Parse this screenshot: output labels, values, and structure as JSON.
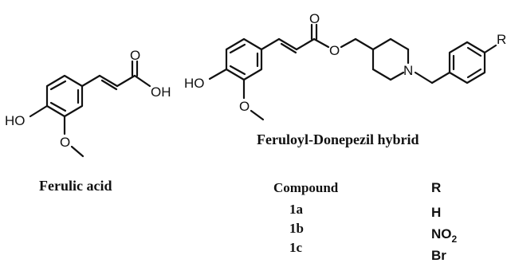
{
  "ferulic_acid": {
    "caption": "Ferulic acid",
    "atoms": {
      "carbonyl_o": "O",
      "hydroxyl": "OH",
      "phenol": "HO",
      "methoxy_o": "O"
    }
  },
  "hybrid": {
    "caption": "Feruloyl-Donepezil hybrid",
    "atoms": {
      "carbonyl_o": "O",
      "phenol": "HO",
      "methoxy_o": "O",
      "ester_o": "O",
      "nitrogen": "N",
      "substituent": "R"
    }
  },
  "table": {
    "headers": [
      "Compound",
      "R"
    ],
    "rows": [
      {
        "compound": "1a",
        "r_main": "H",
        "r_sub": ""
      },
      {
        "compound": "1b",
        "r_main": "NO",
        "r_sub": "2"
      },
      {
        "compound": "1c",
        "r_main": "Br",
        "r_sub": ""
      }
    ]
  }
}
